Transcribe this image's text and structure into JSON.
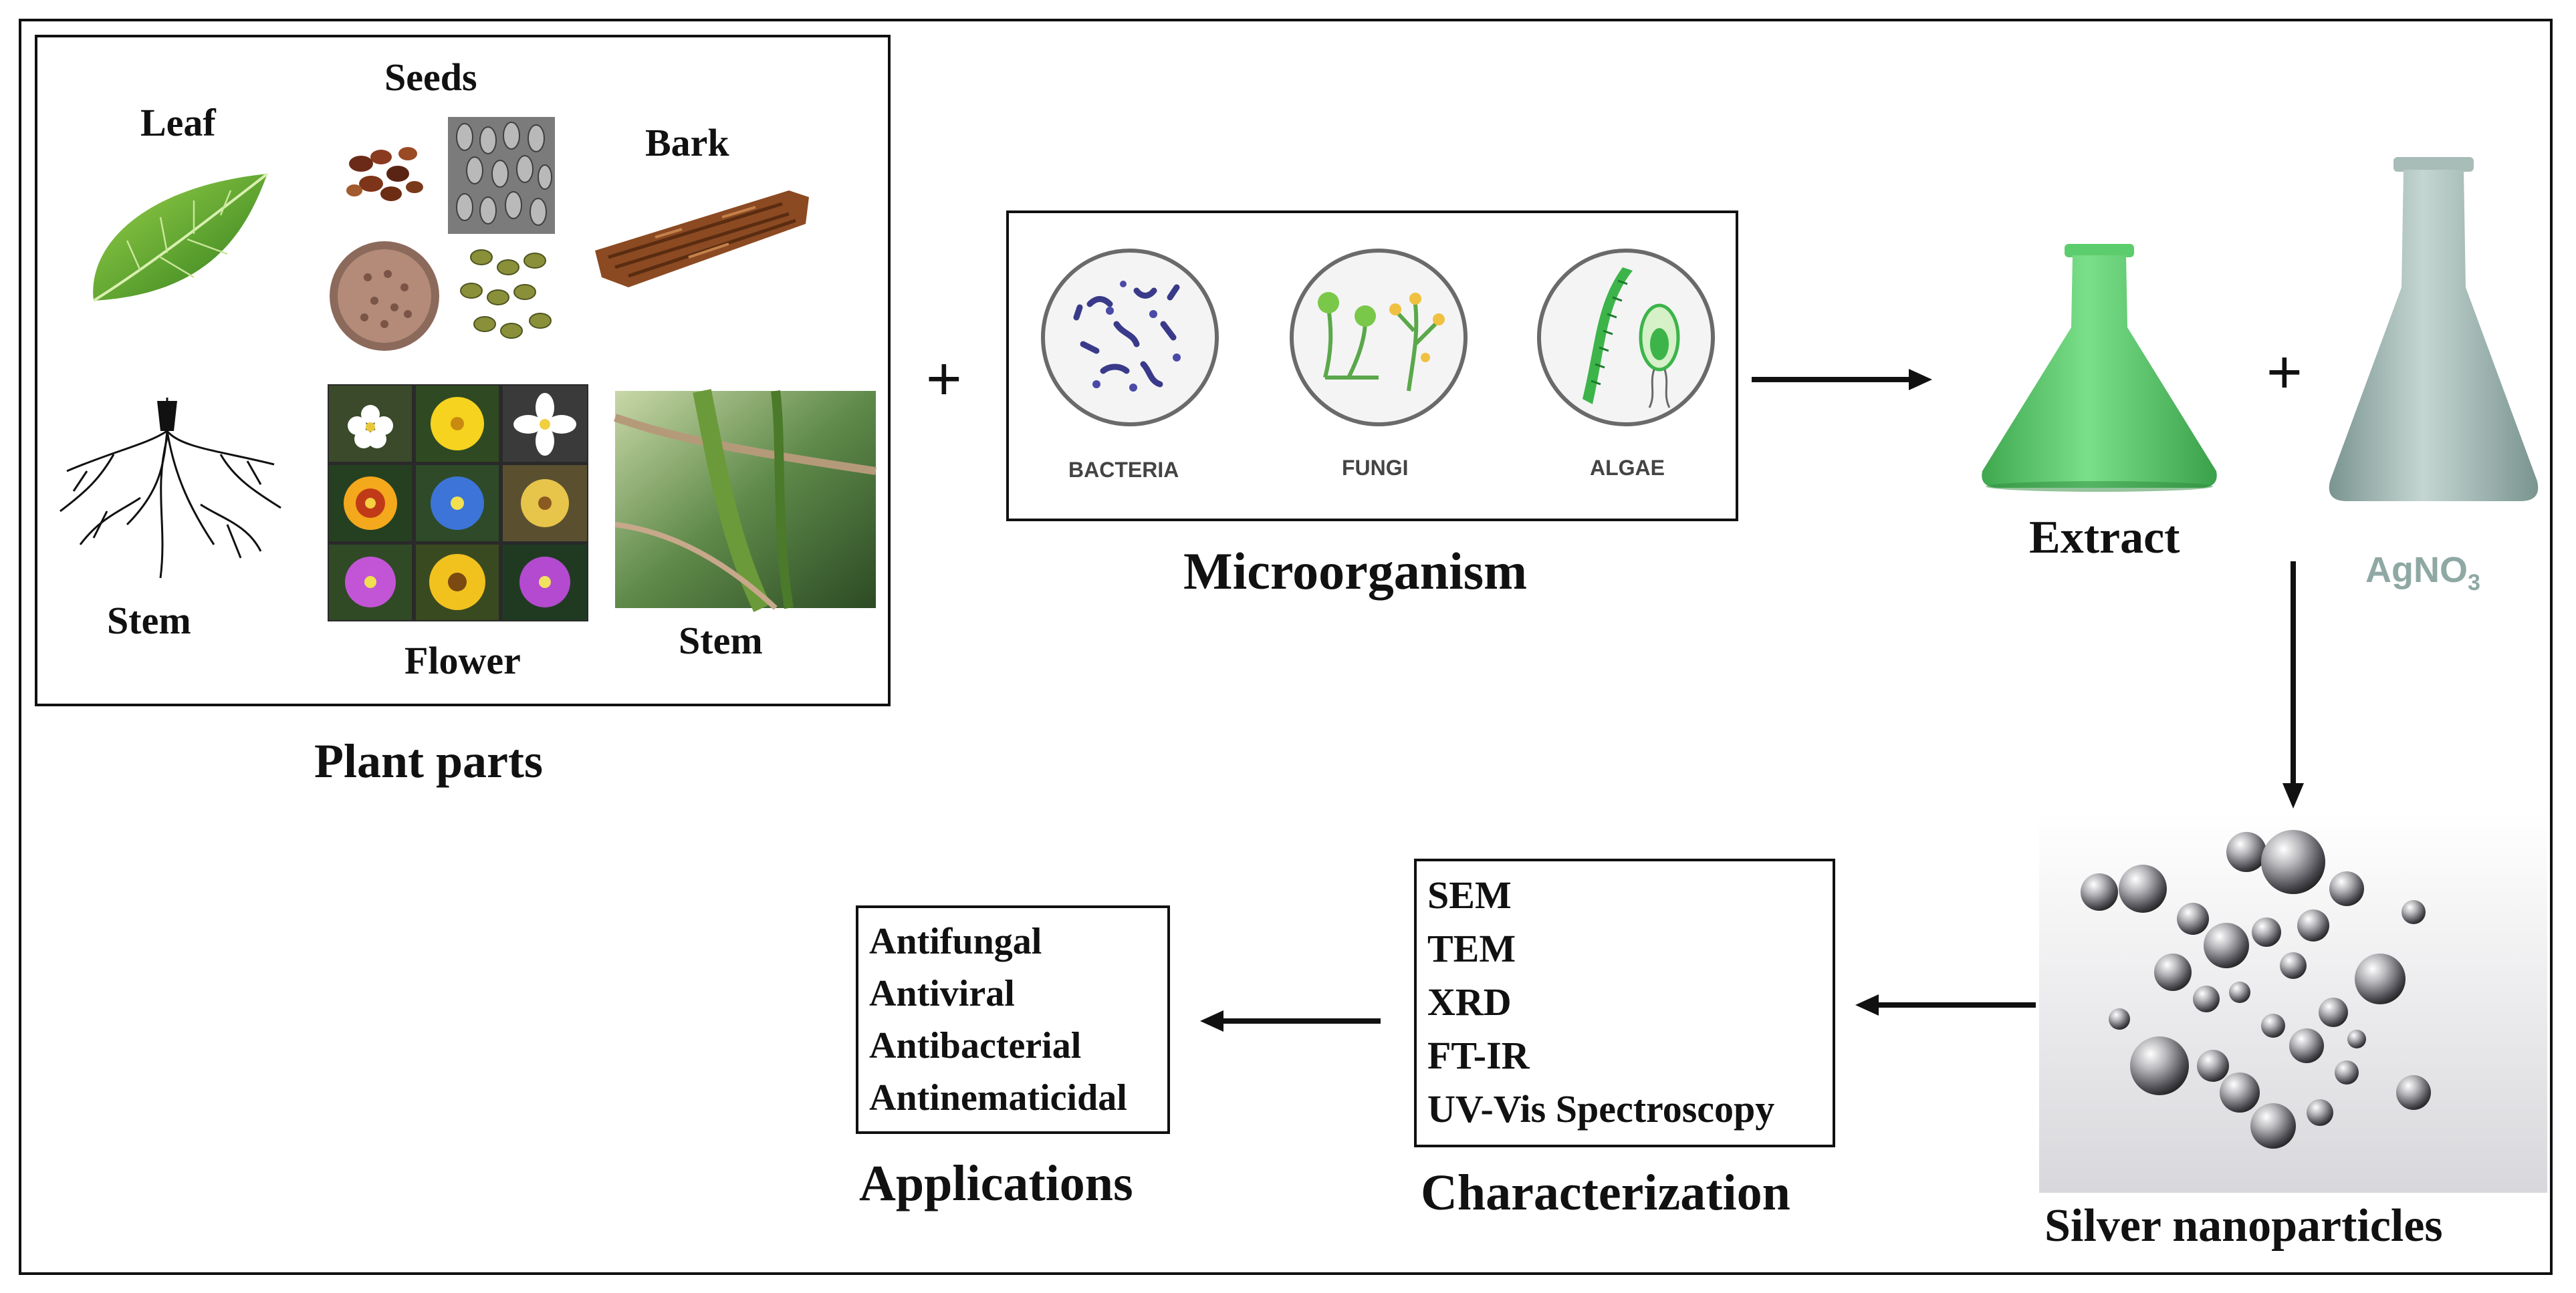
{
  "plant_parts": {
    "title": "Plant parts",
    "leaf": "Leaf",
    "seeds": "Seeds",
    "bark": "Bark",
    "stem_roots": "Stem",
    "flower": "Flower",
    "stem_photo": "Stem"
  },
  "plus_1": "+",
  "plus_2": "+",
  "microorganism": {
    "title": "Microorganism",
    "bacteria": "BACTERIA",
    "fungi": "FUNGI",
    "algae": "ALGAE"
  },
  "extract": "Extract",
  "agno3": {
    "main": "AgNO",
    "sub": "3"
  },
  "silver_nanoparticles": "Silver nanoparticles",
  "characterization": {
    "title": "Characterization",
    "items": [
      "SEM",
      "TEM",
      "XRD",
      "FT-IR",
      "UV-Vis Spectroscopy"
    ]
  },
  "applications": {
    "title": "Applications",
    "items": [
      "Antifungal",
      "Antiviral",
      "Antibacterial",
      "Antinematicidal"
    ]
  },
  "colors": {
    "extract_green": "#5ccd6c",
    "agno3_gray": "#8fa8a4",
    "text": "#111111"
  }
}
